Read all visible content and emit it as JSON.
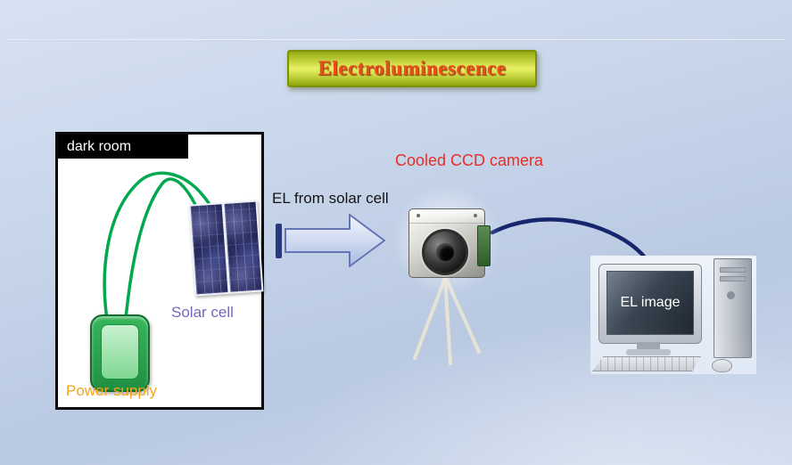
{
  "slide": {
    "title": "Electroluminescence",
    "labels": {
      "dark_room": "dark room",
      "solar_cell": "Solar cell",
      "power_supply": "Power supply",
      "el_from_solar_cell": "EL from solar cell",
      "cooled_ccd_camera": "Cooled CCD camera",
      "el_image": "EL image"
    },
    "colors": {
      "background_top": "#d7e1f2",
      "background_bottom": "#b9c9e2",
      "title_text": "#eb4e1c",
      "banner_green": "#93ab14",
      "banner_yellow": "#eaf065",
      "banner_border": "#7d9208",
      "wire_green": "#00a850",
      "solar_cell_label": "#7a66b6",
      "power_supply_label": "#f2a619",
      "camera_label": "#e62e28",
      "cable_navy": "#16266d",
      "arrow_fill_light": "#f4f7fd",
      "arrow_fill_dark": "#a9b9e2",
      "arrow_stroke": "#6474b4"
    }
  }
}
